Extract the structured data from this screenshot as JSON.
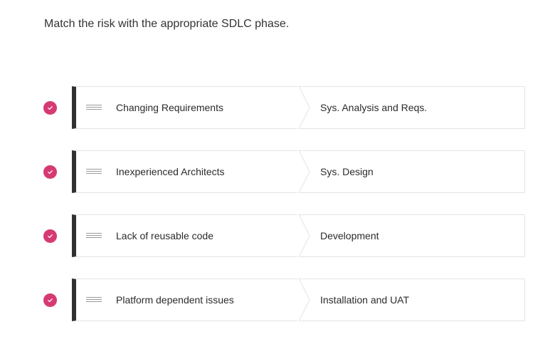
{
  "question": "Match the risk with the appropriate SDLC phase.",
  "accent_color": "#d63a73",
  "handle_color": "#2f3133",
  "pairs": [
    {
      "risk": "Changing Requirements",
      "phase": "Sys. Analysis and Reqs.",
      "status_icon": "check-circle-icon"
    },
    {
      "risk": "Inexperienced Architects",
      "phase": "Sys. Design",
      "status_icon": "check-circle-icon"
    },
    {
      "risk": "Lack of reusable code",
      "phase": "Development",
      "status_icon": "check-circle-icon"
    },
    {
      "risk": "Platform dependent issues",
      "phase": "Installation and UAT",
      "status_icon": "check-circle-icon"
    }
  ]
}
